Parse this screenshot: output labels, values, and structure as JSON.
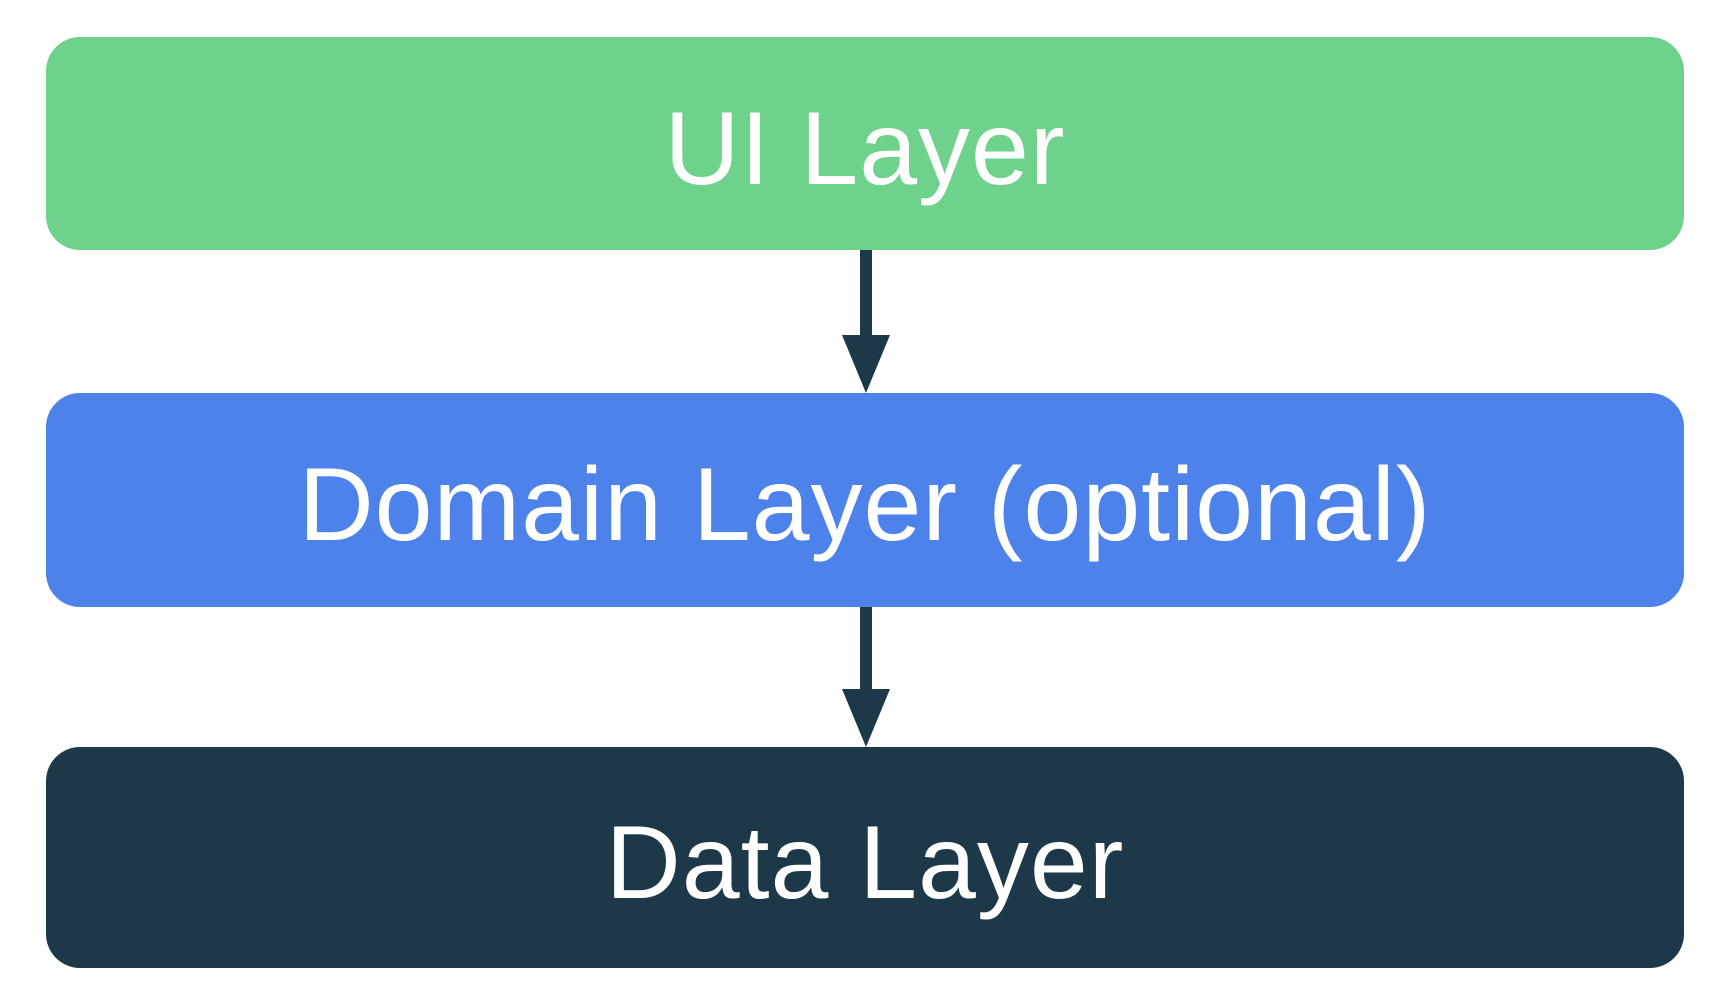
{
  "diagram": {
    "background_color": "#ffffff",
    "arrow_color": "#1d3848",
    "layers": [
      {
        "label": "UI Layer",
        "fill_color": "#6ed28c",
        "text_color": "#ffffff"
      },
      {
        "label": "Domain Layer (optional)",
        "fill_color": "#4d82ea",
        "text_color": "#ffffff"
      },
      {
        "label": "Data Layer",
        "fill_color": "#1d3848",
        "text_color": "#ffffff"
      }
    ],
    "arrows": [
      {
        "from": "UI Layer",
        "to": "Domain Layer (optional)"
      },
      {
        "from": "Domain Layer (optional)",
        "to": "Data Layer"
      }
    ]
  }
}
